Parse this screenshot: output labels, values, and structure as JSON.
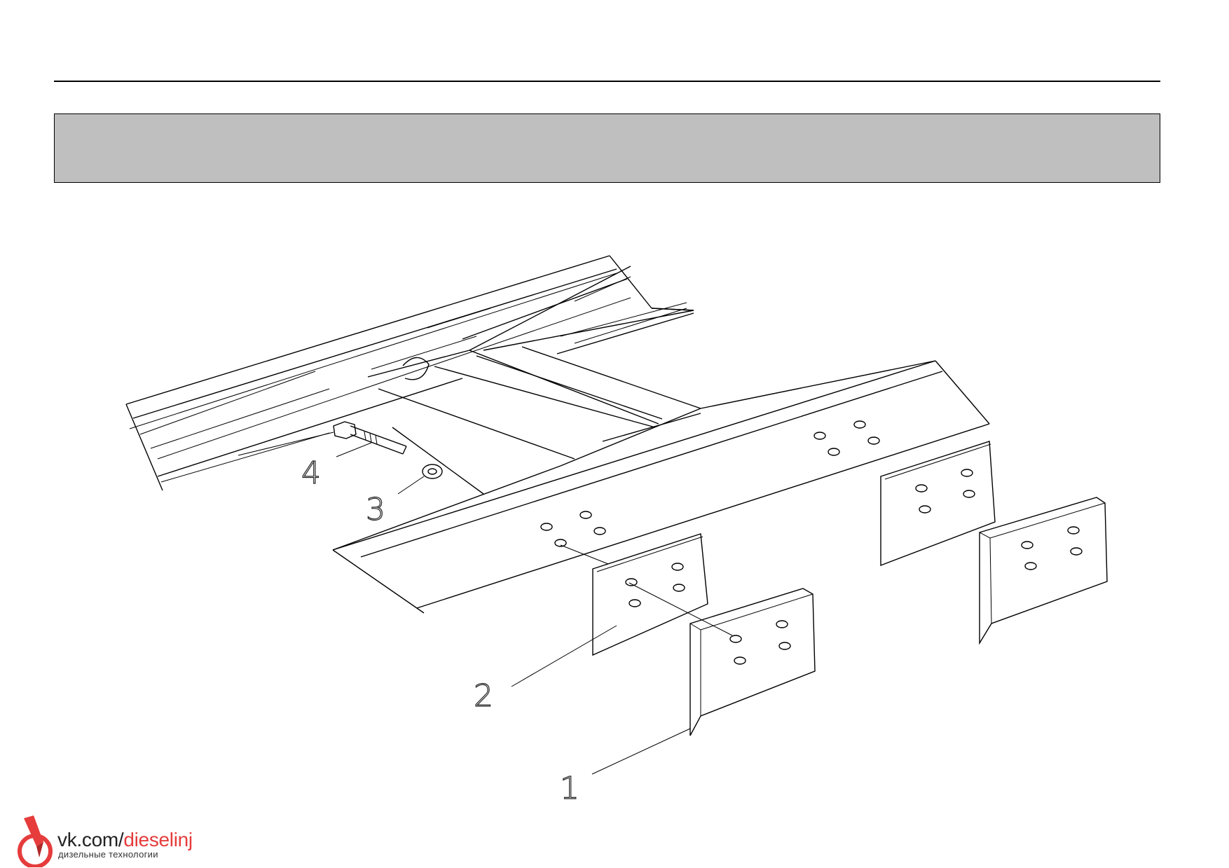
{
  "callouts": {
    "c1": "1",
    "c2": "2",
    "c3": "3",
    "c4": "4"
  },
  "watermark": {
    "prefix": "vk.com/",
    "accent": "dieselinj",
    "subtitle": "дизельные технологии",
    "accent_color": "#e63c3c"
  }
}
